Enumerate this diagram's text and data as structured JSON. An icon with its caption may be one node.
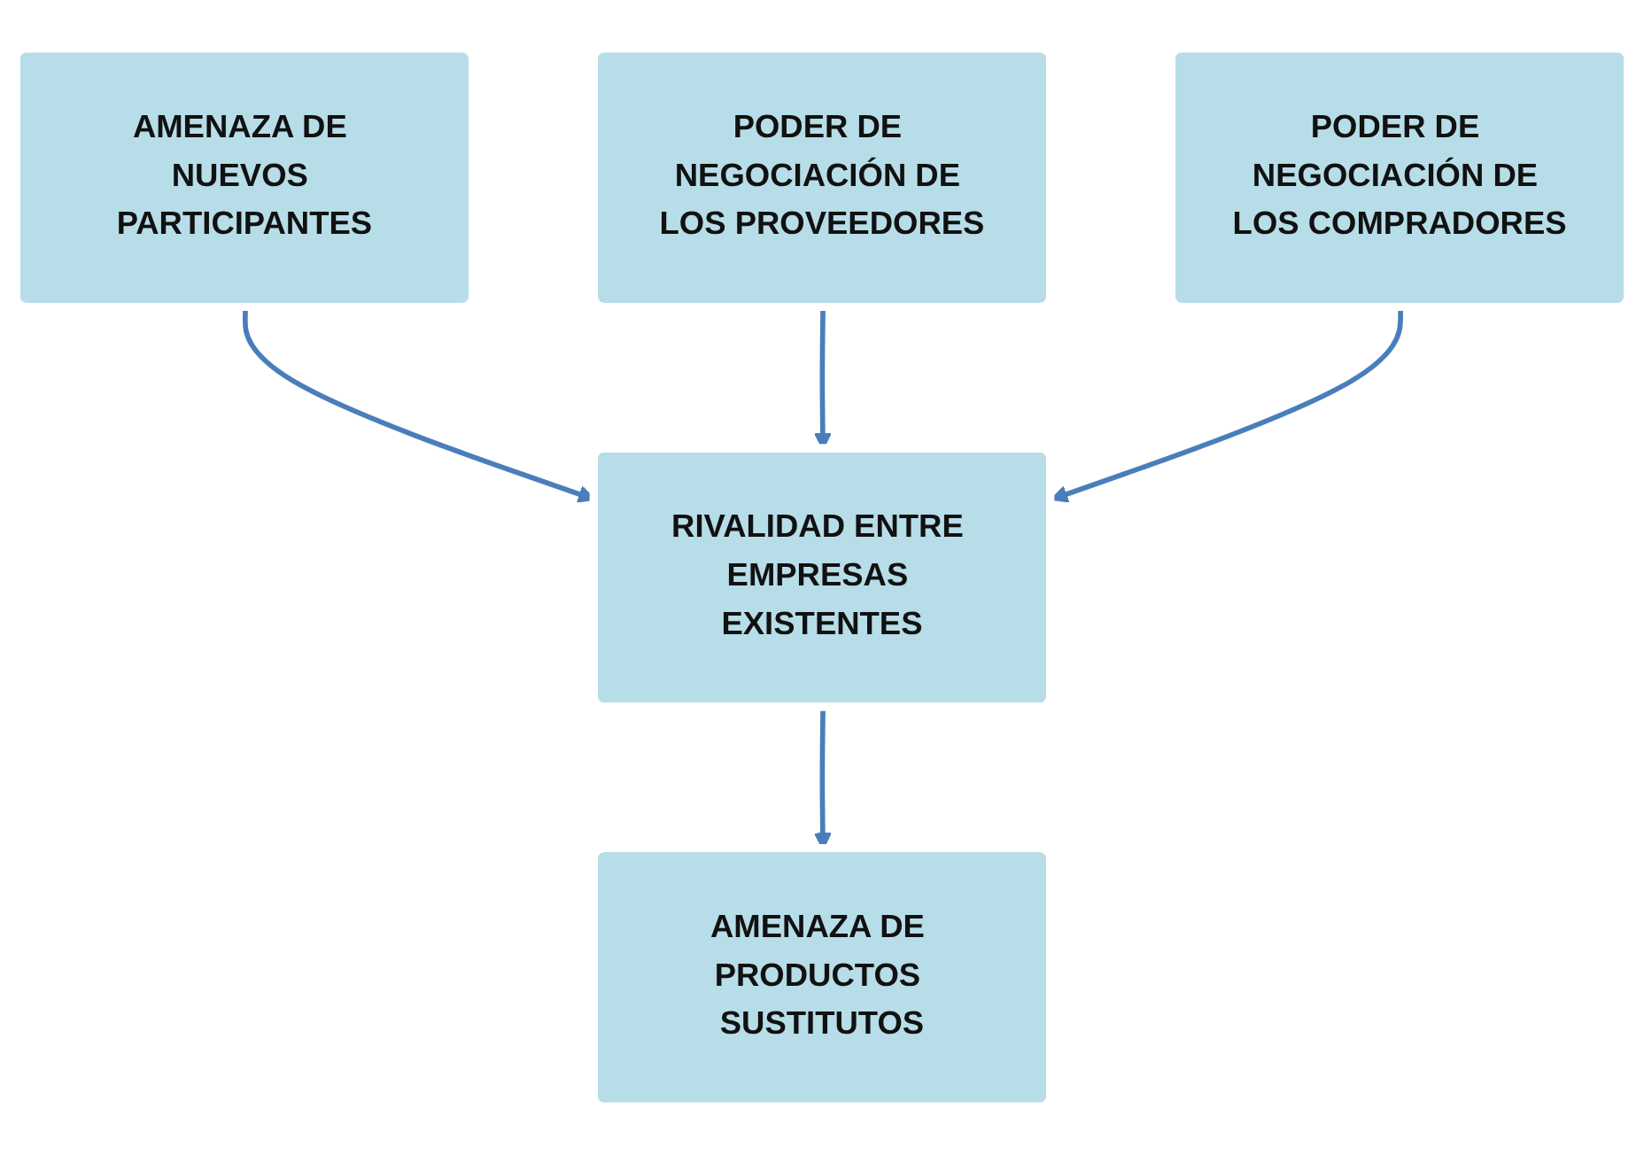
{
  "diagram": {
    "nodes": [
      {
        "text": [
          "AMENAZA DE NUEVOS PARTICIPANTES"
        ]
      },
      {
        "text": [
          "PODER DE NEGOCIACIÓN DE LOS PROVEEDORES"
        ]
      },
      {
        "text": [
          "RIVALIDAD ENTRE EMPRESAS EXISTENTES"
        ]
      },
      {
        "text": [
          "PODER DE NEGOCIACIÓN DE LOS COMPRADORES"
        ]
      },
      {
        "text": [
          "AMENAZA DE PRODUCTOS SUSTITUTOS"
        ]
      }
    ],
    "edges": [
      {
        "from": 0,
        "to": 2,
        "arrow": "to"
      },
      {
        "from": 1,
        "to": 2,
        "arrow": "to"
      },
      {
        "from": 3,
        "to": 2,
        "arrow": "to"
      },
      {
        "from": 2,
        "to": 4,
        "arrow": "to"
      }
    ]
  }
}
